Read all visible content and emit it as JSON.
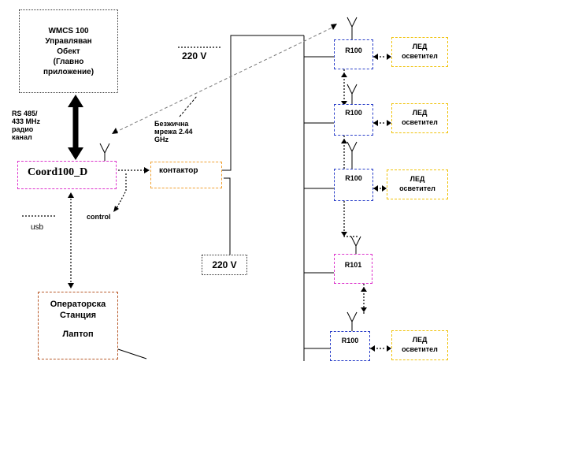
{
  "wmcs": {
    "line1": "WMCS 100",
    "line2": "Управляван",
    "line3": "Обект",
    "line4": "(Главно",
    "line5": "приложение)"
  },
  "coord": {
    "label": "Coord100_D"
  },
  "contactor": {
    "label": "контактор"
  },
  "power_top": {
    "label": "220 V"
  },
  "power_bottom": {
    "label": "220 V"
  },
  "link_rs": {
    "line1": "RS 485/",
    "line2": "433 MHz",
    "line3": "радио",
    "line4": "канал"
  },
  "link_wireless": {
    "line1": "Безжична",
    "line2": "мрежа 2.44",
    "line3": "GHz"
  },
  "control": {
    "label": "control"
  },
  "usb": {
    "label": "usb"
  },
  "operator": {
    "line1": "Операторска",
    "line2": "Станция",
    "line3": "Лаптоп"
  },
  "nodes": [
    {
      "label": "R100",
      "led_line1": "ЛЕД",
      "led_line2": "осветител"
    },
    {
      "label": "R100",
      "led_line1": "ЛЕД",
      "led_line2": "осветител"
    },
    {
      "label": "R100",
      "led_line1": "ЛЕД",
      "led_line2": "осветител"
    },
    {
      "label": "R101"
    },
    {
      "label": "R100",
      "led_line1": "ЛЕД",
      "led_line2": "осветител"
    }
  ],
  "colors": {
    "pink": "#dd33cc",
    "orange": "#f0a030",
    "blue": "#2a3fc9",
    "yellow": "#f0c20a",
    "brown": "#b85a2a"
  }
}
